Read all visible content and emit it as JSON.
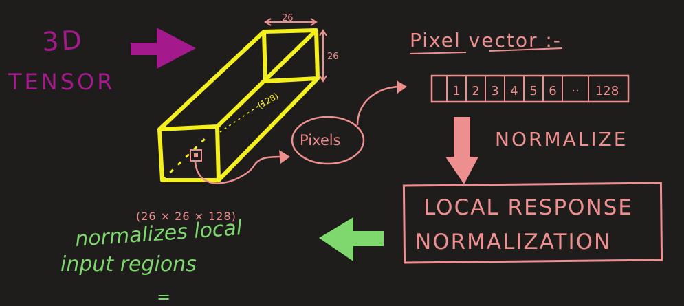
{
  "colors": {
    "background": "#1f1d1c",
    "purple": "#a4198c",
    "yellow": "#f4f01e",
    "pink": "#ee8f8f",
    "green": "#7fd86e"
  },
  "tensor_label": {
    "line1": "3D",
    "line2": "TENSOR"
  },
  "tensor": {
    "width_label": "26",
    "height_label": "26",
    "depth_label": "(128)",
    "dims_label": "(26 × 26 × 128)"
  },
  "pixels_bubble": "Pixels",
  "pixel_vector": {
    "title": "Pixel vector :-",
    "cells": [
      "1",
      "2",
      "3",
      "4",
      "5",
      "6",
      "··",
      "128"
    ]
  },
  "normalize_label": "NORMALIZE",
  "lrn_box": {
    "line1": "LOCAL RESPONSE",
    "line2": "NORMALIZATION"
  },
  "note": {
    "line1": "normalizes local",
    "line2": "input regions",
    "dash": "="
  }
}
